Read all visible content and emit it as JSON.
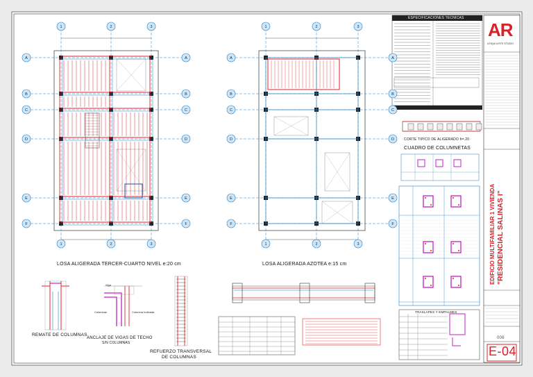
{
  "plans": {
    "left_title": "LOSA ALIGERADA TERCER-CUARTO NIVEL e:20 cm",
    "right_title": "LOSA ALIGERADA AZOTEA e:15 cm",
    "grid_cols": [
      "1",
      "2",
      "3"
    ],
    "grid_rows": [
      "A",
      "B",
      "C",
      "D",
      "E",
      "F"
    ]
  },
  "details": {
    "remate": "REMATE DE COLUMNAS",
    "anclaje_1": "ANCLAJE DE VIGAS DE TECHO",
    "anclaje_2": "S/N COLUMNAS",
    "refuerzo_1": "REFUERZO TRANSVERSAL",
    "refuerzo_2": "DE COLUMNAS",
    "viga": "Viga",
    "columnas": "Columnas",
    "columna_indicada": "Columna Indicada"
  },
  "specs": {
    "header": "ESPECIFICACIONES TECNICAS",
    "corte": "CORTE TIPICO DE ALIGERADO h=.20",
    "columnetas": "CUADRO DE COLUMNETAS",
    "traslapes": "TRASLAPES Y EMPALMES"
  },
  "title_block": {
    "logo": "AR",
    "firm": "A RQUI A RTE STUDIO",
    "project_line1": "EDIFICIO MULTIFAMILIAR 1 VIVIENDA",
    "project_line2": "\"RESIDENCIAL SALINAS I\"",
    "sheet_code": "E-04",
    "sheet_no": "006"
  },
  "colors": {
    "grid": "#1e7fc6",
    "rebar": "#e0232b",
    "steel": "#c020c0",
    "logo_red": "#d8222a"
  }
}
